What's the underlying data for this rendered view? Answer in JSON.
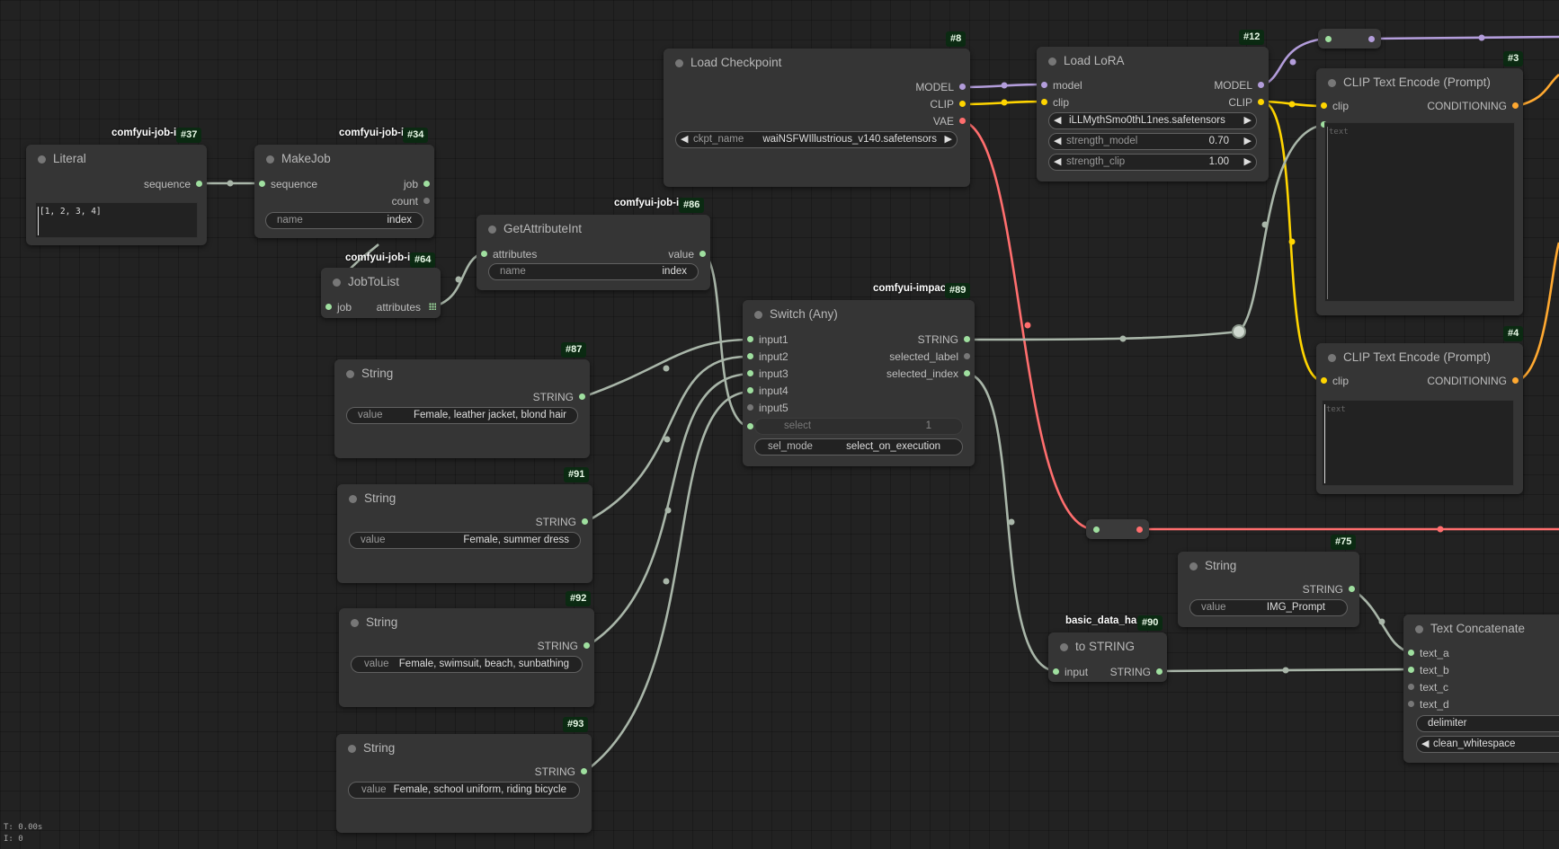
{
  "colors": {
    "background": "#222222",
    "node": "#353535",
    "model": "#b39ddb",
    "clip": "#ffd500",
    "vae": "#ff6e6e",
    "string": "#9fdf9f",
    "cond": "#ffa931",
    "generic": "#a9b6a9"
  },
  "nodes": {
    "literal": {
      "title": "Literal",
      "tag": "comfyui-job-ite",
      "id": "#37",
      "out_sequence": "sequence",
      "text": "[1, 2, 3, 4]"
    },
    "makejob": {
      "title": "MakeJob",
      "tag": "comfyui-job-ite",
      "id": "#34",
      "in_sequence": "sequence",
      "out_job": "job",
      "out_count": "count",
      "w_label": "name",
      "w_value": "index"
    },
    "jobtolist": {
      "title": "JobToList",
      "tag": "comfyui-job-ite",
      "id": "#64",
      "in_job": "job",
      "out_attributes": "attributes"
    },
    "getattr": {
      "title": "GetAttributeInt",
      "tag": "comfyui-job-ite",
      "id": "#86",
      "in_attributes": "attributes",
      "out_value": "value",
      "w_label": "name",
      "w_value": "index"
    },
    "loadckpt": {
      "title": "Load Checkpoint",
      "id": "#8",
      "out_model": "MODEL",
      "out_clip": "CLIP",
      "out_vae": "VAE",
      "w_label": "ckpt_name",
      "w_value": "waiNSFWIllustrious_v140.safetensors"
    },
    "loadlora": {
      "title": "Load LoRA",
      "id": "#12",
      "in_model": "model",
      "in_clip": "clip",
      "out_model": "MODEL",
      "out_clip": "CLIP",
      "w_lora": "iLLMythSmo0thL1nes.safetensors",
      "w_sm_label": "strength_model",
      "w_sm_value": "0.70",
      "w_sc_label": "strength_clip",
      "w_sc_value": "1.00"
    },
    "clip3": {
      "title": "CLIP Text Encode (Prompt)",
      "id": "#3",
      "in_clip": "clip",
      "out_cond": "CONDITIONING",
      "placeholder": "text"
    },
    "clip4": {
      "title": "CLIP Text Encode (Prompt)",
      "id": "#4",
      "in_clip": "clip",
      "out_cond": "CONDITIONING",
      "placeholder": "text"
    },
    "switch": {
      "title": "Switch (Any)",
      "tag": "comfyui-impact-",
      "id": "#89",
      "inputs": [
        "input1",
        "input2",
        "input3",
        "input4",
        "input5"
      ],
      "out_string": "STRING",
      "out_label": "selected_label",
      "out_index": "selected_index",
      "select_label": "select",
      "select_value": "1",
      "mode_label": "sel_mode",
      "mode_value": "select_on_execution"
    },
    "s87": {
      "title": "String",
      "id": "#87",
      "out": "STRING",
      "w_label": "value",
      "w_value": "Female, leather jacket, blond hair"
    },
    "s91": {
      "title": "String",
      "id": "#91",
      "out": "STRING",
      "w_label": "value",
      "w_value": "Female, summer dress"
    },
    "s92": {
      "title": "String",
      "id": "#92",
      "out": "STRING",
      "w_label": "value",
      "w_value": "Female, swimsuit, beach, sunbathing"
    },
    "s93": {
      "title": "String",
      "id": "#93",
      "out": "STRING",
      "w_label": "value",
      "w_value": "Female, school uniform, riding bicycle"
    },
    "s75": {
      "title": "String",
      "id": "#75",
      "out": "STRING",
      "w_label": "value",
      "w_value": "IMG_Prompt"
    },
    "tostring": {
      "title": "to STRING",
      "tag": "basic_data_har",
      "id": "#90",
      "in": "input",
      "out": "STRING"
    },
    "concat": {
      "title": "Text Concatenate",
      "inputs": [
        "text_a",
        "text_b",
        "text_c",
        "text_d"
      ],
      "w_delim": "delimiter",
      "w_clean": "clean_whitespace"
    }
  },
  "stats": {
    "time": "T: 0.00s",
    "iter": "I: 0"
  }
}
